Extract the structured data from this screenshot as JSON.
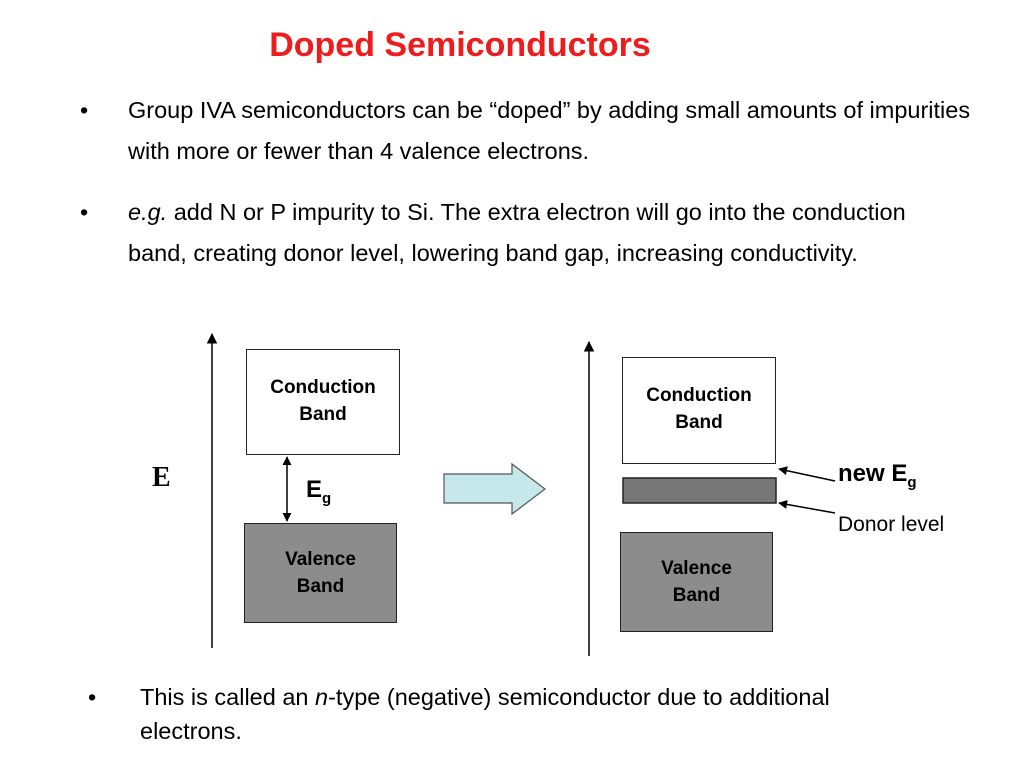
{
  "title": "Doped Semiconductors",
  "bullets": [
    {
      "marker": "•",
      "text": "Group IVA semiconductors can be “doped” by adding small amounts of impurities with more or fewer than 4 valence electrons."
    },
    {
      "marker": "•",
      "emphasis": "e.g.",
      "text": " add N or P impurity to Si. The extra electron will go into the conduction band, creating donor level, lowering band gap, increasing conductivity."
    }
  ],
  "footer_bullet": {
    "marker": "•",
    "prefix": "This is called an ",
    "emphasis": "n",
    "suffix": "-type (negative) semiconductor due to additional electrons."
  },
  "diagram": {
    "energy_axis_label": "E",
    "left": {
      "conduction_band": "Conduction Band",
      "valence_band": "Valence Band",
      "gap_label_main": "E",
      "gap_label_sub": "g"
    },
    "right": {
      "conduction_band": "Conduction Band",
      "valence_band": "Valence Band",
      "new_gap_label_main": "new E",
      "new_gap_label_sub": "g",
      "donor_label": "Donor level"
    },
    "colors": {
      "title": "#ee1c1c",
      "valence_fill": "#8c8c8c",
      "donor_fill": "#777777",
      "arrow_fill": "#c6e8ea"
    }
  }
}
